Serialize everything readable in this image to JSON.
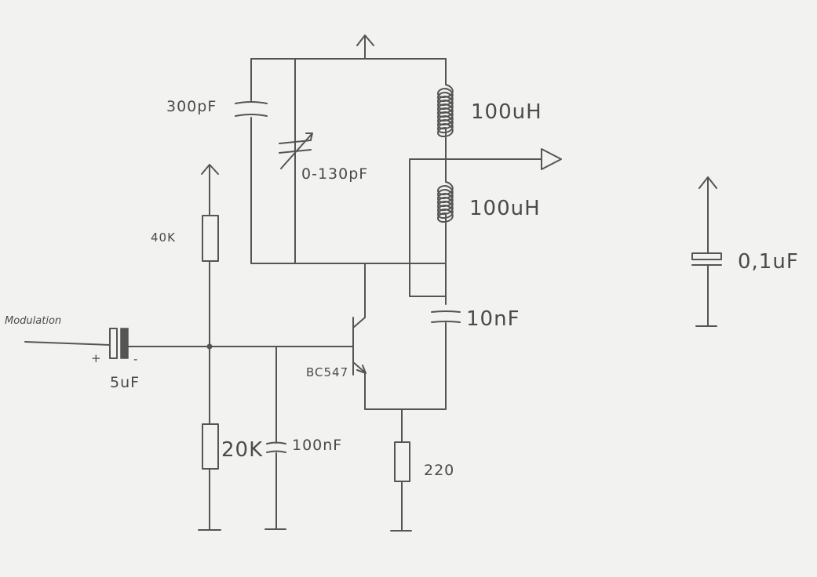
{
  "labels": {
    "c_300pf": "300pF",
    "c_var": "0-130pF",
    "l_upper": "100uH",
    "l_lower": "100uH",
    "r_40k": "40K",
    "c_10nf": "10nF",
    "transistor": "BC547",
    "modulation": "Modulation",
    "c_5uf": "5uF",
    "plus": "+",
    "minus": "-",
    "r_20k": "20K",
    "c_100nf": "100nF",
    "r_220": "220",
    "c_decouple": "0,1uF"
  }
}
